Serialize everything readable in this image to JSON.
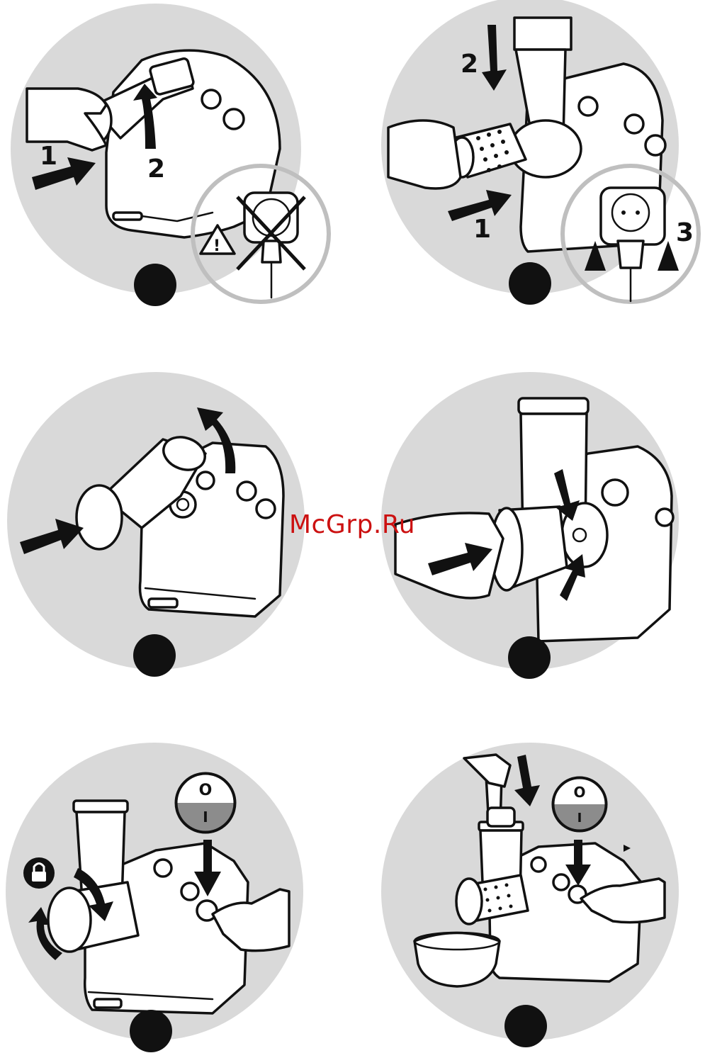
{
  "watermark": "McGrp.Ru",
  "steps": [
    {
      "id": "step-1",
      "callouts": [
        "1",
        "2"
      ]
    },
    {
      "id": "step-2",
      "callouts": [
        "2",
        "1",
        "3"
      ]
    },
    {
      "id": "step-3",
      "callouts": []
    },
    {
      "id": "step-4",
      "callouts": []
    },
    {
      "id": "step-5",
      "callouts": []
    },
    {
      "id": "step-6",
      "callouts": []
    }
  ],
  "switch_labels": {
    "off": "O",
    "on": "I"
  },
  "icons": [
    "warning-triangle-icon",
    "unplugged-socket-icon",
    "plug-in-socket-icon",
    "padlock-icon",
    "power-switch-icon"
  ],
  "colors": {
    "panel_grey": "#d9d9d9",
    "ink": "#111111",
    "watermark": "#cc1111"
  }
}
